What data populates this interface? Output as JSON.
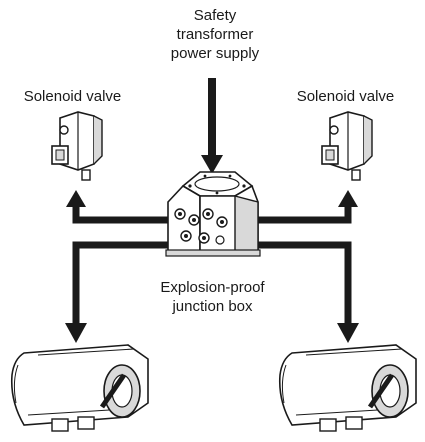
{
  "labels": {
    "power_supply": [
      "Safety",
      "transformer",
      "power supply"
    ],
    "valve_left": "Solenoid valve",
    "valve_right": "Solenoid valve",
    "junction_box": [
      "Explosion-proof",
      "junction box"
    ]
  },
  "colors": {
    "wire": "#1a1a1a",
    "device_fill": "#ffffff",
    "device_shade": "#d9d9d9",
    "outline": "#1a1a1a",
    "text": "#1a1a1a"
  },
  "icons": {
    "valve": "solenoid-valve-icon",
    "box": "junction-box-icon",
    "camera": "camera-housing-icon"
  }
}
